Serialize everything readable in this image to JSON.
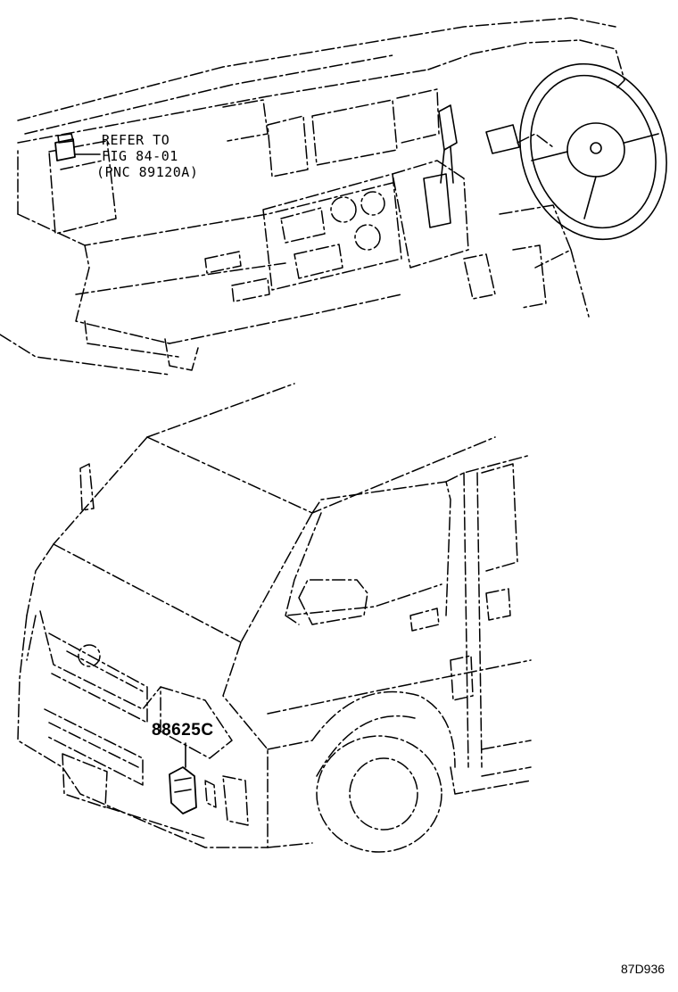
{
  "reference_note": {
    "line1": "REFER TO",
    "line2": "FIG 84-01",
    "line3": "(PNC 89120A)"
  },
  "callouts": [
    {
      "part_number": "88625C"
    }
  ],
  "diagram_code": "87D936"
}
